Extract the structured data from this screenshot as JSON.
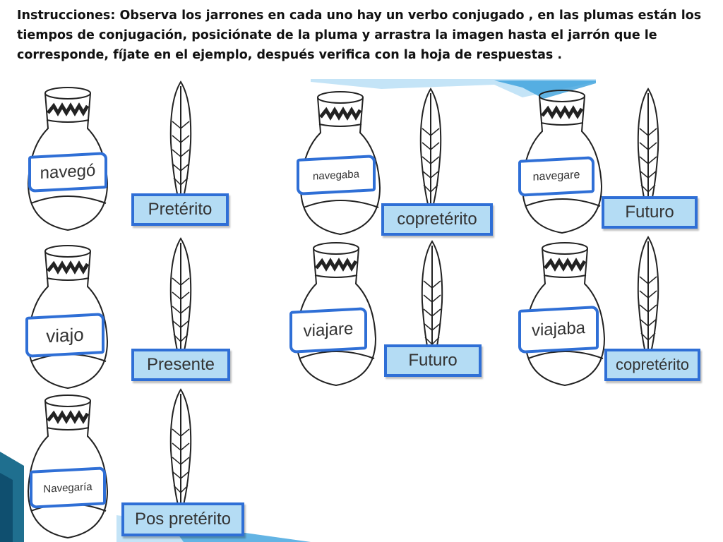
{
  "instructions": "Instrucciones: Observa los jarrones en cada uno hay un verbo  conjugado ,  en las plumas están los tiempos de conjugación, posiciónate de la pluma y arrastra la imagen hasta el jarrón que le corresponde, fíjate en el ejemplo,  después verifica con la hoja de respuestas .",
  "colors": {
    "accent": "#2f6fd6",
    "tense_fill": "#b4dcf4",
    "decor_blue": "#3aa0dc"
  },
  "pairs": [
    {
      "verb": "navegó",
      "tense": "Pretérito"
    },
    {
      "verb": "navegaba",
      "tense": "copretérito"
    },
    {
      "verb": "navegare",
      "tense": "Futuro"
    },
    {
      "verb": "viajo",
      "tense": "Presente"
    },
    {
      "verb": "viajare",
      "tense": "Futuro"
    },
    {
      "verb": "viajaba",
      "tense": "copretérito"
    },
    {
      "verb": "Navegaría",
      "tense": "Pos pretérito"
    }
  ]
}
